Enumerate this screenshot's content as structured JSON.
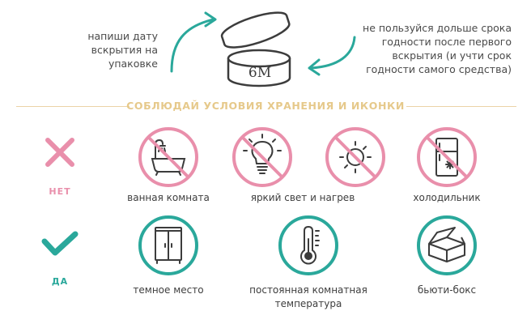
{
  "header": {
    "left_note": [
      "напиши дату",
      "вскрытия на",
      "упаковке"
    ],
    "right_note": [
      "не пользуйся дольше срока",
      "годности после первого",
      "вскрытия (и учти срок",
      "годности самого средства)"
    ],
    "jar_label": "6M",
    "section_title": "СОБЛЮДАЙ УСЛОВИЯ ХРАНЕНИЯ И ИКОНКИ"
  },
  "no_row": {
    "label": "НЕТ",
    "items": [
      "ванная комната",
      "яркий свет и нагрев",
      "",
      "холодильник"
    ]
  },
  "yes_row": {
    "label": "ДА",
    "items": [
      "темное место",
      "постоянная комнатная",
      "температура",
      "бьюти-бокс"
    ]
  },
  "colors": {
    "pink": "#e98fab",
    "teal": "#2aa89b",
    "gold": "#e6c98b",
    "ink": "#3c3c3c"
  }
}
